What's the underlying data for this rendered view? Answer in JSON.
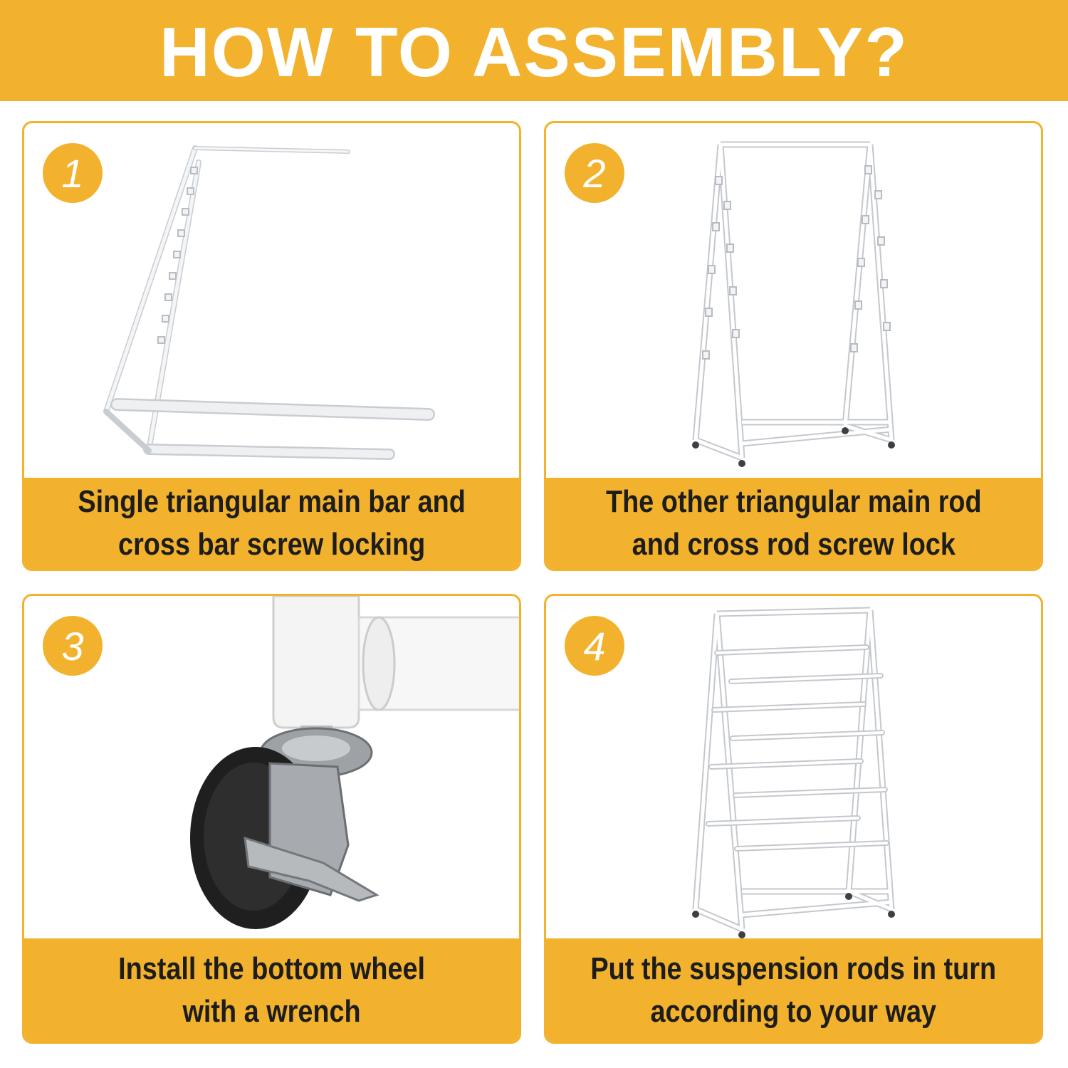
{
  "header": {
    "title": "HOW TO ASSEMBLY?"
  },
  "colors": {
    "accent": "#f2b22d",
    "frame": "#ffffff",
    "caption_text": "#1d1d1d"
  },
  "steps": [
    {
      "number": "1",
      "caption_line1": "Single triangular main bar and",
      "caption_line2": "cross bar screw locking"
    },
    {
      "number": "2",
      "caption_line1": "The other triangular main rod",
      "caption_line2": "and cross rod screw lock"
    },
    {
      "number": "3",
      "caption_line1": "Install the bottom wheel",
      "caption_line2": "with a wrench"
    },
    {
      "number": "4",
      "caption_line1": "Put the suspension rods in turn",
      "caption_line2": "according to your way"
    }
  ]
}
